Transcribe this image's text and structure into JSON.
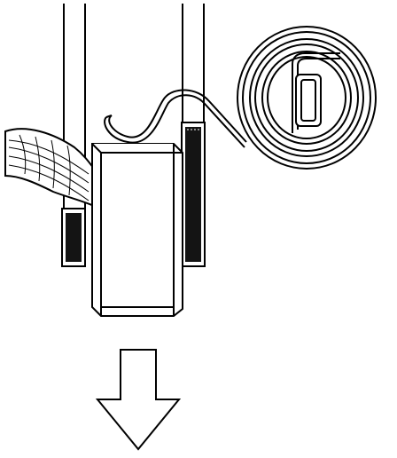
{
  "diagram": {
    "kind": "line-art",
    "colors": {
      "stroke": "#000000",
      "background": "#ffffff",
      "dark_fill": "#141414"
    },
    "parts": [
      "left-rail",
      "right-rail",
      "left-dark-pad",
      "right-dark-pad",
      "slider-block",
      "wavy-ribbon",
      "coiled-spring",
      "spring-wire",
      "down-arrow"
    ]
  }
}
